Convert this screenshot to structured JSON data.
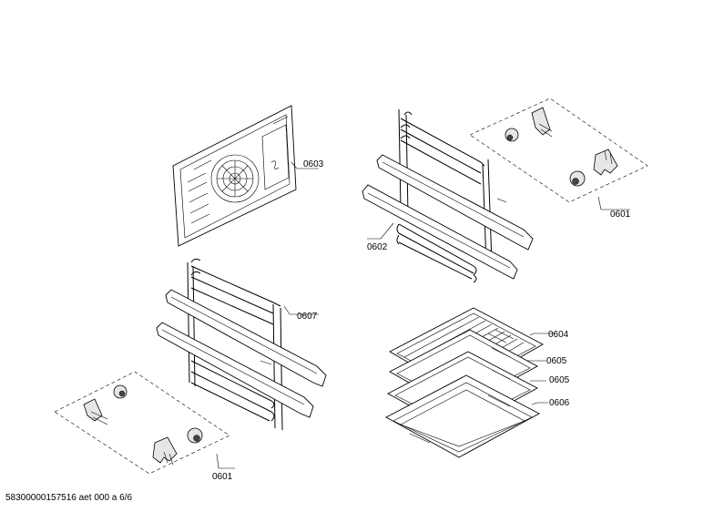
{
  "labels": {
    "back_panel": "0603",
    "side_rails_right": "0602",
    "clips_right": "0601",
    "side_rails_left": "0607",
    "clips_left": "0601",
    "wire_rack": "0604",
    "baking_tray_1": "0605",
    "baking_tray_2": "0605",
    "deep_pan": "0606"
  },
  "footer": {
    "doc_id": "58300000157516 aet 000 a 6/6"
  }
}
